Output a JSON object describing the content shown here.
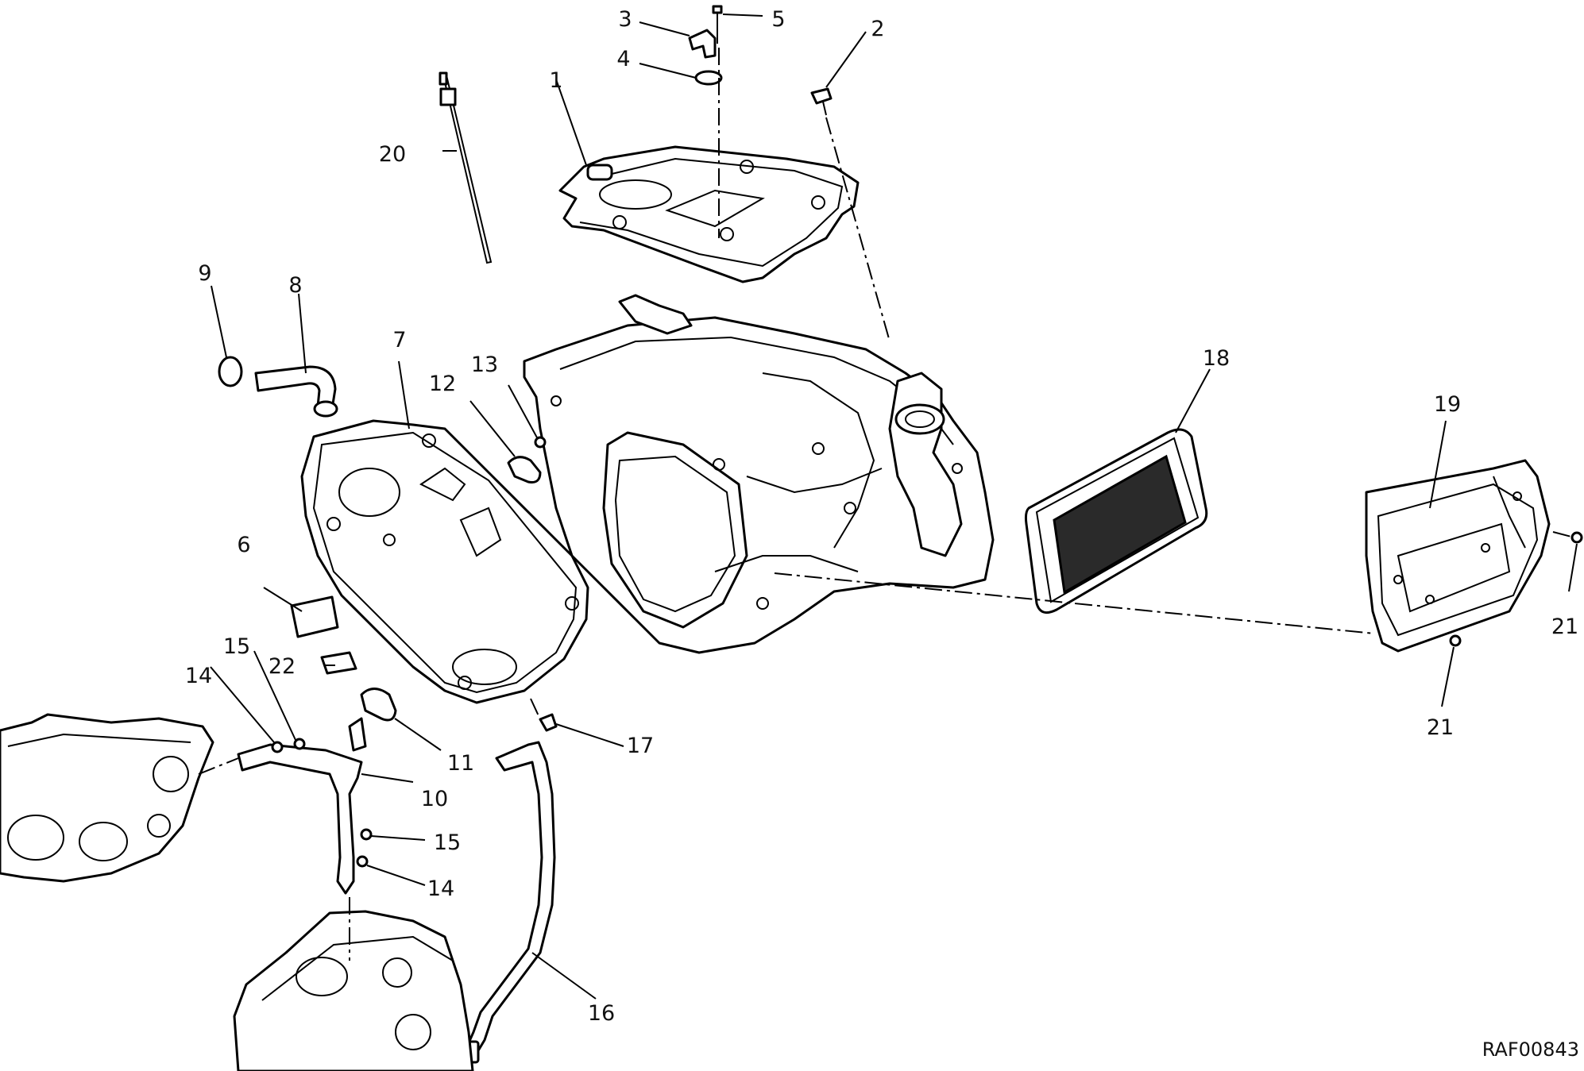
{
  "drawing_ref": "RAF00843",
  "callouts": [
    "1",
    "2",
    "3",
    "4",
    "5",
    "6",
    "7",
    "8",
    "9",
    "10",
    "11",
    "12",
    "13",
    "14",
    "15",
    "16",
    "17",
    "18",
    "19",
    "20",
    "21",
    "22"
  ],
  "callouts_repeat": {
    "14b": "14",
    "15b": "15",
    "21b": "21"
  }
}
